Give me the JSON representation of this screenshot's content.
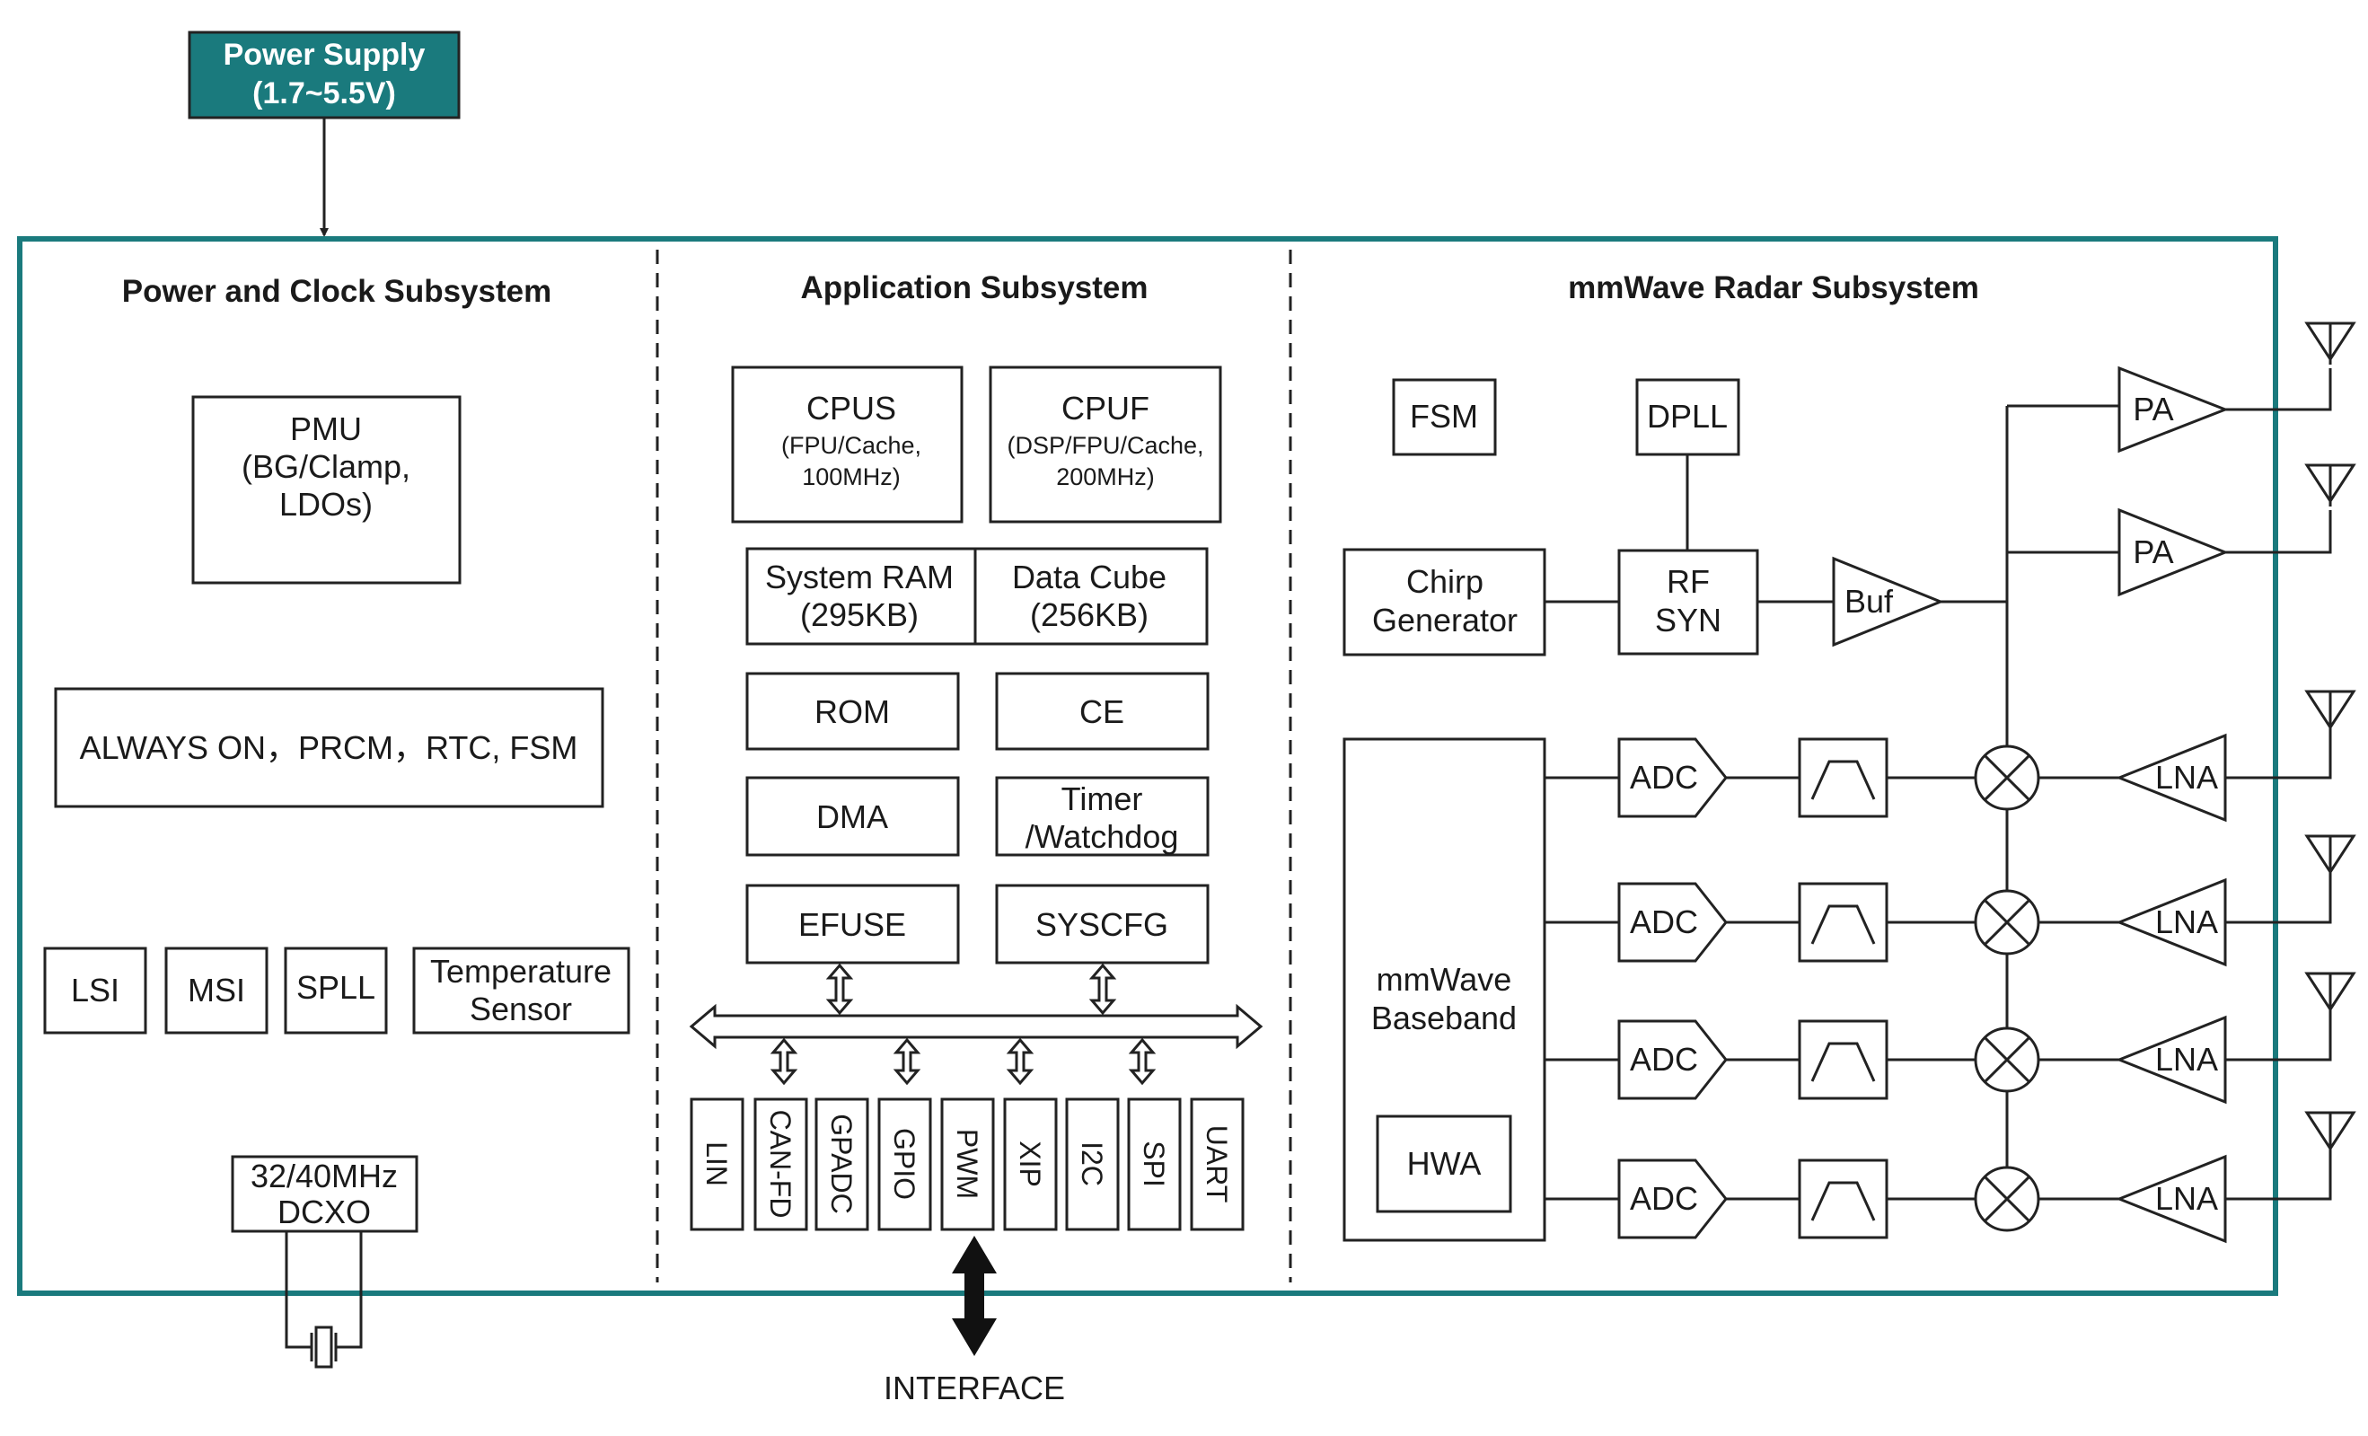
{
  "colors": {
    "teal": "#1a7a7d",
    "ink": "#222222"
  },
  "power_supply": {
    "line1": "Power Supply",
    "line2": "(1.7~5.5V)"
  },
  "sections": {
    "power_clock": "Power and Clock Subsystem",
    "application": "Application Subsystem",
    "radar": "mmWave Radar Subsystem"
  },
  "pcs": {
    "pmu": {
      "line1": "PMU",
      "line2": "(BG/Clamp,",
      "line3": "LDOs)"
    },
    "always_on": "ALWAYS ON，PRCM，RTC, FSM",
    "lsi": "LSI",
    "msi": "MSI",
    "spll": "SPLL",
    "temp": {
      "line1": "Temperature",
      "line2": "Sensor"
    },
    "dcxo": {
      "line1": "32/40MHz",
      "line2": "DCXO"
    }
  },
  "app": {
    "cpus": {
      "line1": "CPUS",
      "line2": "(FPU/Cache,",
      "line3": "100MHz)"
    },
    "cpuf": {
      "line1": "CPUF",
      "line2": "(DSP/FPU/Cache,",
      "line3": "200MHz)"
    },
    "sysram": {
      "line1": "System RAM",
      "line2": "(295KB)"
    },
    "datacube": {
      "line1": "Data Cube",
      "line2": "(256KB)"
    },
    "rom": "ROM",
    "ce": "CE",
    "dma": "DMA",
    "timer": {
      "line1": "Timer",
      "line2": "/Watchdog"
    },
    "efuse": "EFUSE",
    "syscfg": "SYSCFG",
    "peripherals": [
      "LIN",
      "CAN-FD",
      "GPADC",
      "GPIO",
      "PWM",
      "XIP",
      "I2C",
      "SPI",
      "UART"
    ],
    "interface": "INTERFACE"
  },
  "radar": {
    "fsm": "FSM",
    "dpll": "DPLL",
    "chirp": {
      "line1": "Chirp",
      "line2": "Generator"
    },
    "rfsyn": {
      "line1": "RF",
      "line2": "SYN"
    },
    "buf": "Buf",
    "pa": [
      "PA",
      "PA"
    ],
    "baseband": {
      "line1": "mmWave",
      "line2": "Baseband"
    },
    "hwa": "HWA",
    "adc": [
      "ADC",
      "ADC",
      "ADC",
      "ADC"
    ],
    "lna": [
      "LNA",
      "LNA",
      "LNA",
      "LNA"
    ]
  }
}
